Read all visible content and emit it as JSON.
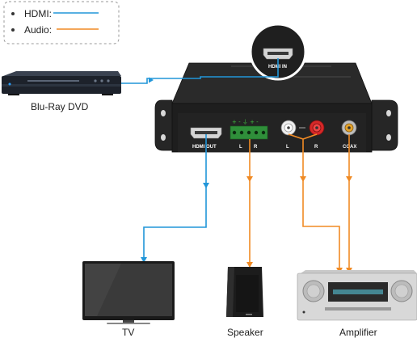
{
  "legend": {
    "hdmi_label": "HDMI:",
    "audio_label": "Audio:",
    "hdmi_color": "#2196d9",
    "audio_color": "#f08a24"
  },
  "devices": {
    "source": "Blu-Ray DVD",
    "tv": "TV",
    "speaker": "Speaker",
    "amplifier": "Amplifier"
  },
  "extractor": {
    "hdmi_in": "HDMI IN",
    "hdmi_out": "HDMI OUT",
    "terminal_left": "L",
    "terminal_right": "R",
    "rca_left": "L",
    "rca_right": "R",
    "coax": "COAX",
    "terminal_signs": "+ - ⏚ + -"
  }
}
